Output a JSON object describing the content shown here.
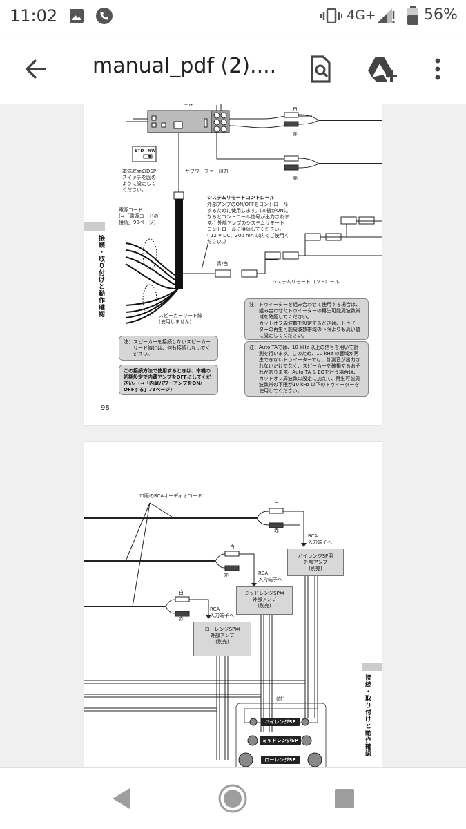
{
  "status_bar": {
    "time": "11:02",
    "network": "4G+",
    "battery": "56%",
    "icons": [
      "image-icon",
      "phone-icon",
      "vibrate-icon",
      "signal-icon",
      "battery-icon"
    ]
  },
  "app_bar": {
    "title": "manual_pdf (2)....",
    "back_icon": "arrow-back-icon",
    "actions": [
      "search-document-icon",
      "add-to-drive-icon",
      "more-vert-icon"
    ]
  },
  "page1": {
    "top_label": "本体",
    "dsp_switch_std": "STD",
    "dsp_switch_nw": "NW",
    "dsp_note": "本体底面のDSP\nスイッチを図の\nように設定して\nください。",
    "subwoofer_out": "サブウーファー出力",
    "white": "白",
    "red": "赤",
    "power_cord": "電源コード\n(➡「電源コードの\n接続」90ページ)",
    "system_remote_title": "システムリモートコントロール",
    "system_remote_desc": "外部アンプのON/OFFをコントロール\nするために使用します。(本機がONに\nなるとコントロール信号が出力されま\nす。) 外部アンプのシステムリモート\nコントロールに接続してください。\n( 12 V DC、300 mA 以内でご使用く\nださい。)",
    "blue_white": "青/白",
    "system_remote_label": "システムリモートコントロール",
    "speaker_lead": "スピーカーリード線\n(使用しません)",
    "side_tab": "接続・取り付けと動作確認",
    "note1": "注：スピーカーを接続しないスピーカー\n　　リード線には、何も接続しないでく\n　　ださい。",
    "note2": "この接続方法で使用するときは、本機の\n初期設定で内蔵アンプをOFFにしてくだ\nさい。(➡「内蔵パワーアンプをON/\nOFFする」78ページ)",
    "note3": "注：トゥイーターを組み合わせて使用する場合は、\n　　組み合わせたトゥイーターの再生可能周波数帯\n　　域を確認してください。\n　　カットオフ周波数を設定するときは、トゥイー\n　　ターの再生可能周波数帯域の下限よりも高い値\n　　に設定してください。",
    "note4": "注：Auto TAでは、10 kHz 以上の信号を用いて計\n　　測を行います。このため、10 kHz の音域が再\n　　生できないトゥイーターでは、計測音が出力さ\n　　れないだけでなく、スピーカーを破損するおそ\n　　れがあります。Auto TA & EQを行う場合は、\n　　カットオフ周波数の設定に加えて、再生可能周\n　　波数帯の下限が10 kHz 以下のトゥイーターを\n　　使用してください。",
    "page_number": "98"
  },
  "page2": {
    "rca_cord": "市販のRCAオーディオコード",
    "white": "白",
    "red": "赤",
    "rca_input": "RCA\n入力端子へ",
    "high_amp": "ハイレンジSP用\n外部アンプ\n(別売)",
    "mid_amp": "ミッドレンジSP用\n外部アンプ\n(別売)",
    "low_amp": "ローレンジSP用\n外部アンプ\n(別売)",
    "front": "(前)",
    "high_sp": "ハイレンジSP",
    "mid_sp": "ミッドレンジSP",
    "low_sp": "ローレンジSP",
    "side_tab": "接続・取り付けと動作確認"
  },
  "nav_bar": {
    "icons": [
      "back-triangle-icon",
      "home-circle-icon",
      "recents-square-icon"
    ]
  }
}
